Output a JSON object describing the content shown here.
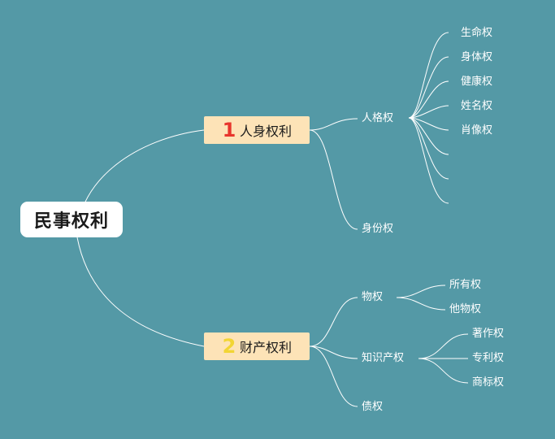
{
  "root": {
    "label": "民事权利"
  },
  "colors": {
    "background": "#5499a6",
    "branch_fill": "#fde3b7",
    "num1": "#e8352c",
    "num2": "#f2d533",
    "line": "#ffffff"
  },
  "branch1": {
    "num": "1",
    "label": "人身权利",
    "children": {
      "renge": {
        "label": "人格权",
        "items": [
          "生命权",
          "身体权",
          "健康权",
          "姓名权",
          "肖像权",
          "",
          "",
          ""
        ]
      },
      "shenfen": {
        "label": "身份权"
      }
    }
  },
  "branch2": {
    "num": "2",
    "label": "财产权利",
    "children": {
      "wu": {
        "label": "物权",
        "items": [
          "所有权",
          "他物权"
        ]
      },
      "zhishi": {
        "label": "知识产权",
        "items": [
          "著作权",
          "专利权",
          "商标权"
        ]
      },
      "zhai": {
        "label": "债权"
      }
    }
  }
}
